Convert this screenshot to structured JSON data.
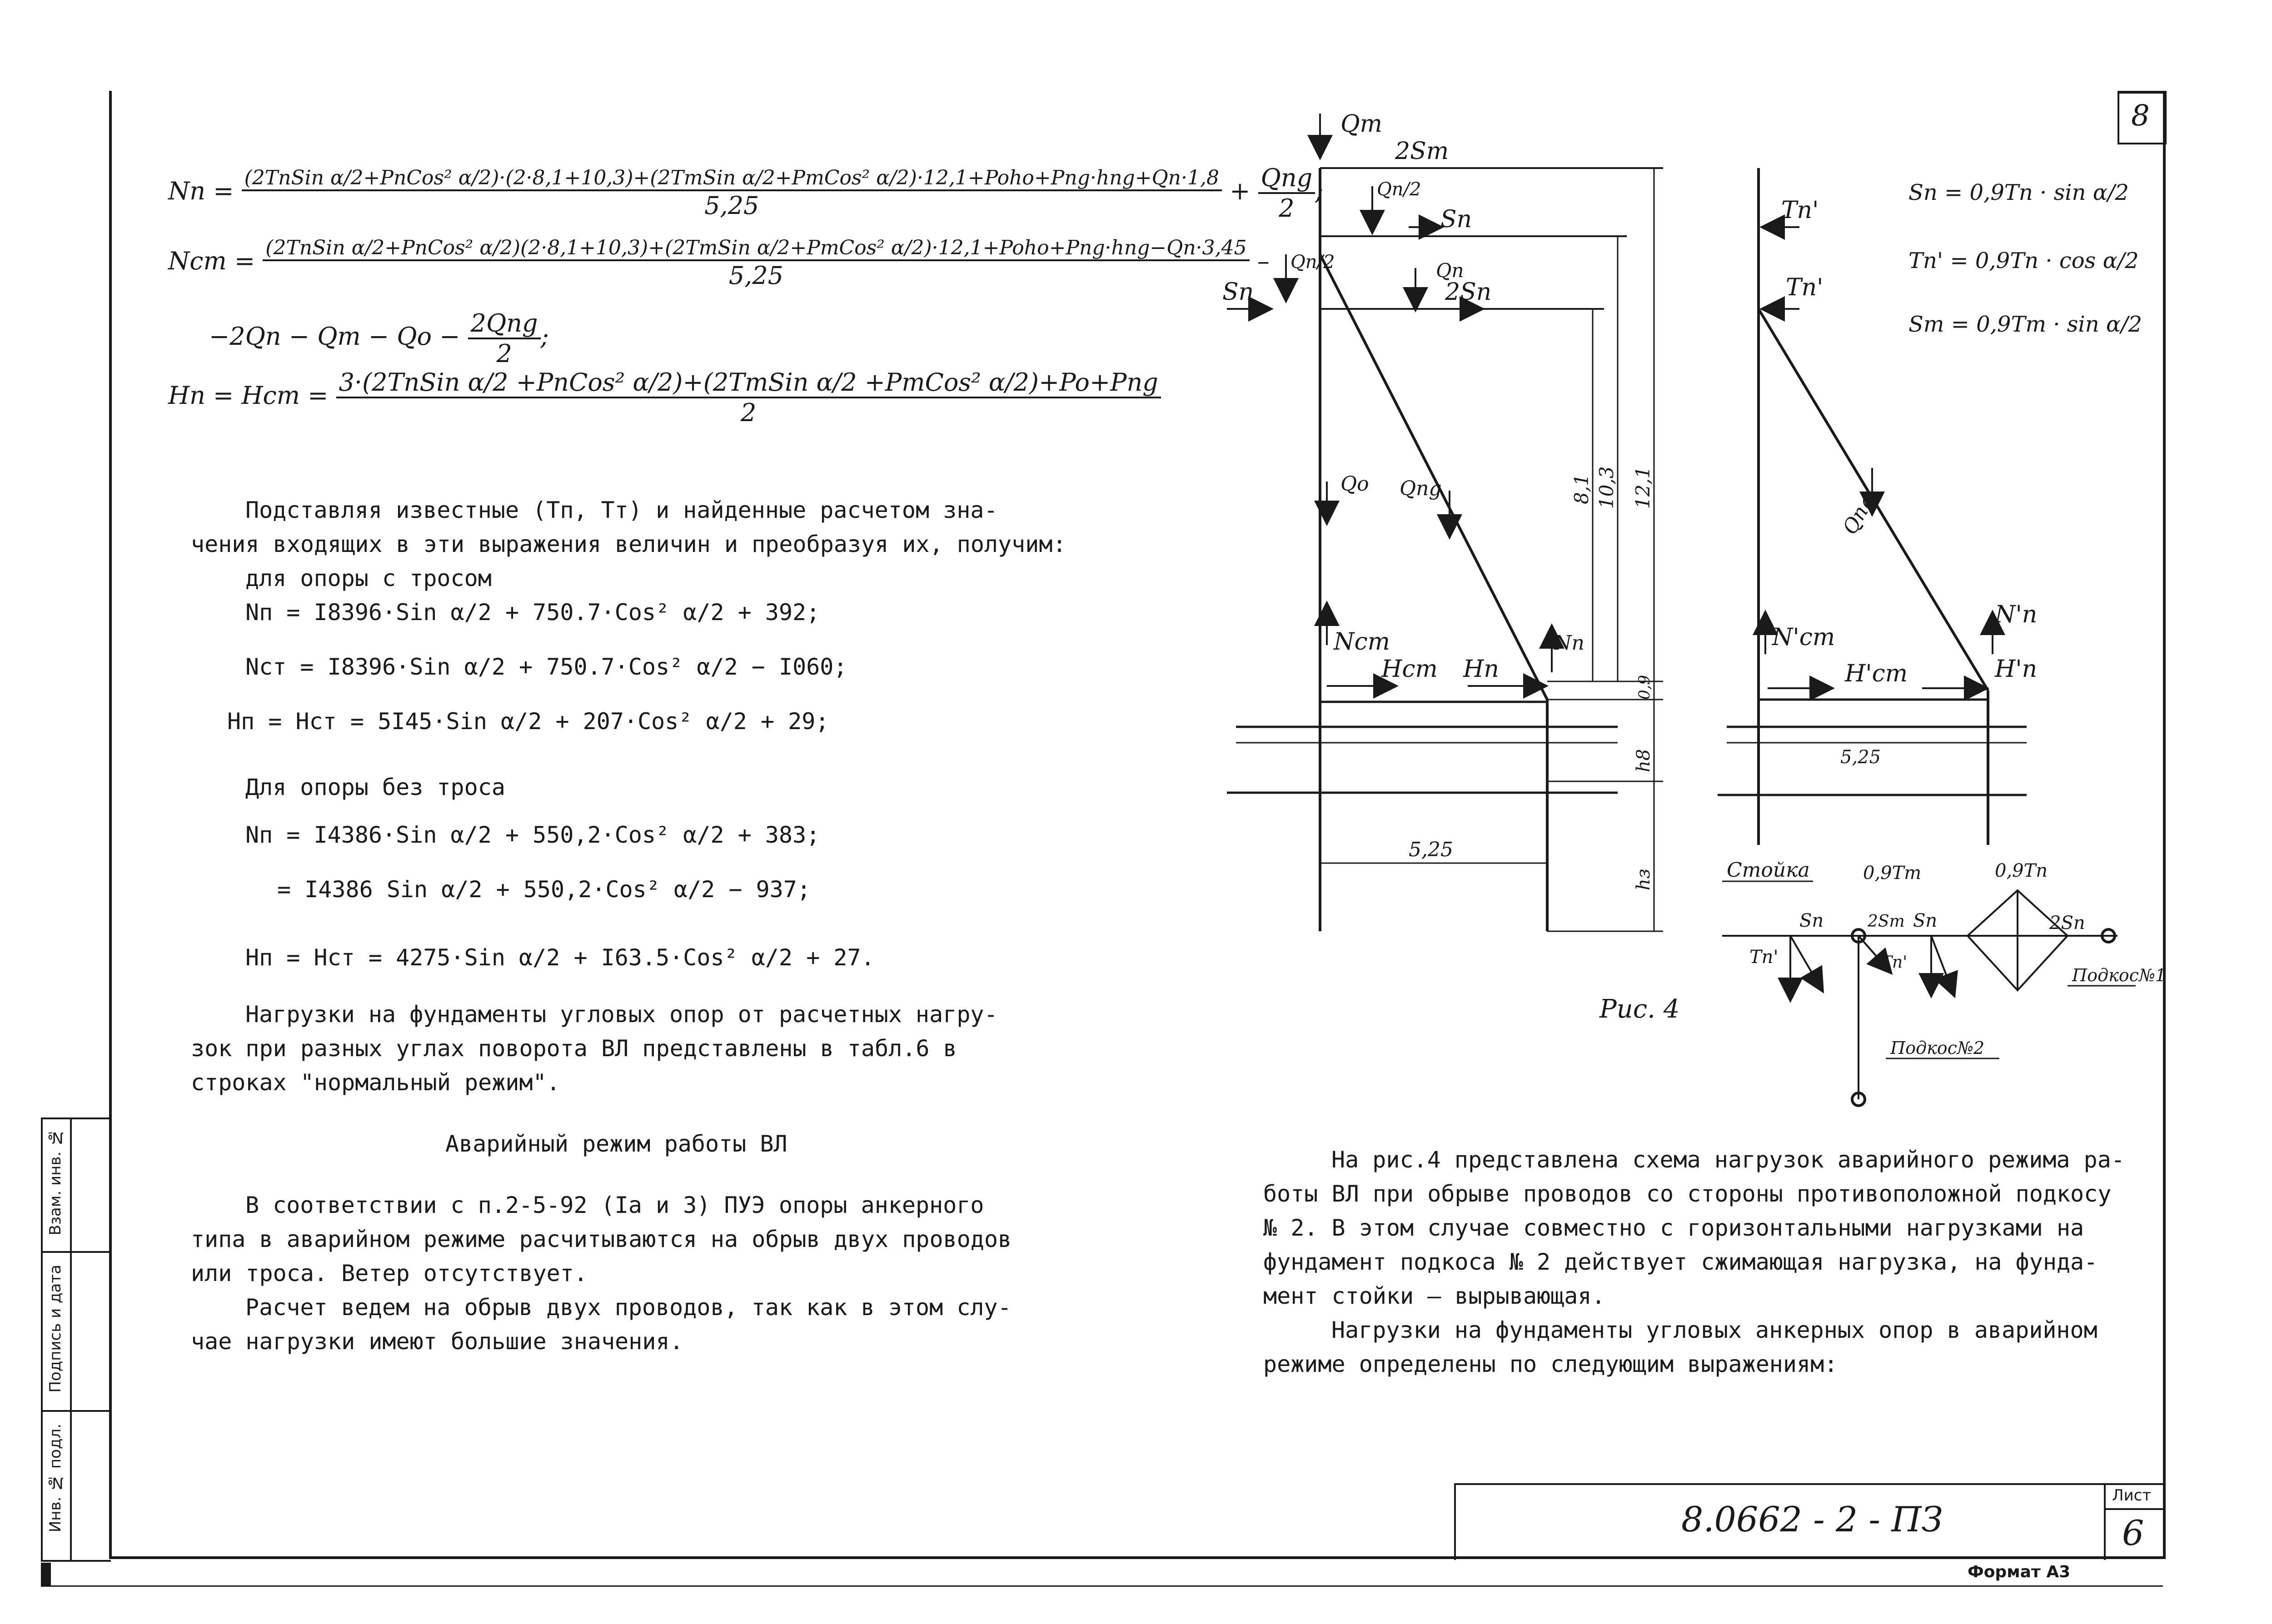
{
  "sheet_corner": "8",
  "formulas": {
    "f1_lhs": "Nп =",
    "f1_num": "(2TпSin α/2+PпCos² α/2)·(2·8,1+10,3)+(2TтSin α/2+PтCos² α/2)·12,1+Poho+Pпg·hпg+Qп·1,8",
    "f1_den": "5,25",
    "f1_tail_num": "Qпg",
    "f1_tail_den": "2",
    "f2_lhs": "Nст =",
    "f2_num": "(2TпSin α/2+PпCos² α/2)(2·8,1+10,3)+(2TтSin α/2+PтCos² α/2)·12,1+Poho+Pпg·hпg−Qп·3,45",
    "f2_den": "5,25",
    "f2_cont": "−2Qп − Qт − Qo −",
    "f2_cont_num": "2Qпg",
    "f2_cont_den": "2",
    "f3_lhs": "Hп = Hст =",
    "f3_num": "3·(2TпSin α/2 +PпCos² α/2)+(2TтSin α/2 +PтCos² α/2)+Po+Pпg",
    "f3_den": "2"
  },
  "left_text": {
    "p1_l1": "Подставляя известные   (Tп, Tт) и найденные расчетом зна-",
    "p1_l2": "чения входящих в эти выражения величин и преобразуя их, получим:",
    "p1_l3": "для опоры с тросом",
    "e1": "Nп = I8396·Sin α/2 + 750.7·Cos² α/2 + 392;",
    "e2": "Nст = I8396·Sin α/2 + 750.7·Cos² α/2 − I060;",
    "e3": "Hп = Hст = 5I45·Sin α/2 + 207·Cos² α/2 + 29;",
    "p2_l1": "Для опоры без троса",
    "e4": "Nп = I4386·Sin α/2 + 550,2·Cos² α/2 + 383;",
    "e5": "= I4386 Sin α/2 + 550,2·Cos² α/2 − 937;",
    "e6": "Hп = Hст = 4275·Sin α/2 + I63.5·Cos² α/2 + 27.",
    "p3_l1": "Нагрузки на фундаменты угловых опор от расчетных нагру-",
    "p3_l2": "зок при разных углах поворота ВЛ представлены в табл.6  в",
    "p3_l3": "строках \"нормальный режим\".",
    "heading": "Аварийный режим работы ВЛ",
    "p4_l1": "В соответствии с п.2-5-92 (Iа и 3) ПУЭ опоры анкерного",
    "p4_l2": "типа в аварийном режиме расчитываются на обрыв двух проводов",
    "p4_l3": "или троса. Ветер отсутствует.",
    "p5_l1": "Расчет ведем на обрыв двух проводов, так как в этом слу-",
    "p5_l2": "чае нагрузки имеют большие значения."
  },
  "right_text": {
    "p1_l1": "На рис.4 представлена схема нагрузок аварийного режима ра-",
    "p1_l2": "боты ВЛ при обрыве проводов со стороны противоположной подкосу",
    "p1_l3": "№ 2. В этом случае совместно с горизонтальными нагрузками на",
    "p1_l4": "фундамент подкоса № 2 действует сжимающая нагрузка, на фунда-",
    "p1_l5": "мент стойки – вырывающая.",
    "p2_l1": "Нагрузки на фундаменты угловых анкерных опор в аварийном",
    "p2_l2": "режиме определены по следующим выражениям:"
  },
  "diagram": {
    "label_Qt": "Qт",
    "label_2St": "2Sт",
    "label_Qn2_a": "Qп/2",
    "label_Sn_a": "Sп",
    "label_Qn2_b": "Qп/2",
    "label_Sn_left": "Sп",
    "label_Qn": "Qп",
    "label_2Sn": "2Sп",
    "label_Qo": "Qo",
    "label_Qng": "Qпg",
    "dim_81": "8,1",
    "dim_103": "10,3",
    "dim_121": "12,1",
    "dim_09": "0,9",
    "dim_h8": "h8",
    "dim_hз": "hз",
    "dim_525": "5,25",
    "label_Nst": "Nст",
    "label_Nn": "Nп",
    "label_Hst": "Hст",
    "label_Hn": "Hп",
    "caption": "Рис. 4",
    "label_Tn1": "Tп'",
    "label_Tn2": "Tп'",
    "label_Qng2": "Qпg",
    "label_Nst2": "N'ст",
    "label_Nn2": "N'п",
    "label_Hst2": "H'ст",
    "label_Hn2": "H'п",
    "dim_525b": "5,25",
    "eq1": "Sп = 0,9Tп · sin α/2",
    "eq2": "Tп' = 0,9Tп · cos α/2",
    "eq3": "Sт = 0,9Tт · sin α/2",
    "plan_stoika": "Стойка",
    "plan_09Tt": "0,9Tт",
    "plan_09Tn": "0,9Tп",
    "plan_Sn1": "Sп",
    "plan_2St": "2Sт",
    "plan_Sn2": "Sп",
    "plan_2Sn": "2Sп",
    "plan_Tn1": "Tп'",
    "plan_Tn2": "Tп'",
    "plan_podkos1": "Подкос№1",
    "plan_podkos2": "Подкос№2"
  },
  "stamp": {
    "doc_code": "8.0662 - 2 - ПЗ",
    "sheet_label": "Лист",
    "sheet_number": "6",
    "format": "Формат А3"
  },
  "side_stamp": {
    "inv_no": "Инв. № подл.",
    "sign_date": "Подпись и дата",
    "inv_dup": "Взам. инв. №"
  }
}
